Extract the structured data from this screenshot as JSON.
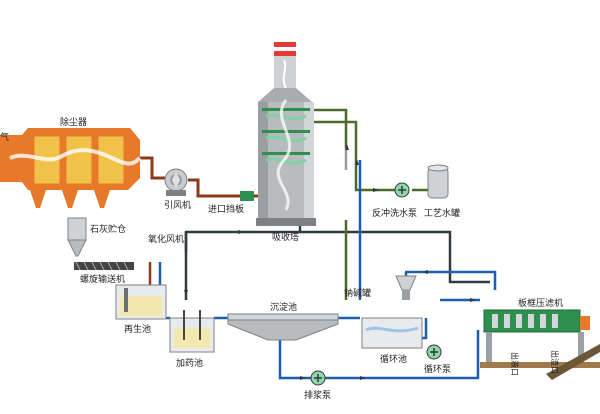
{
  "labels": {
    "air_in": "气",
    "dust_collector": "除尘器",
    "induced_fan": "引风机",
    "inlet_damper": "进口挡板",
    "absorption_tower": "吸收塔",
    "backwash_pump": "反冲洗水泵",
    "process_water_tank": "工艺水罐",
    "lime_silo": "石灰贮仓",
    "oxidation_fan": "氧化风机",
    "screw_conveyor": "螺旋输送机",
    "regeneration_tank": "再生池",
    "dosing_tank": "加药池",
    "settling_tank": "沉淀池",
    "soda_tank": "钠碱罐",
    "circulation_tank": "循环池",
    "circulation_pump": "循环泵",
    "slurry_pump": "排浆泵",
    "filter_press": "板框压滤机",
    "liquid_outlet": "出液口",
    "slag_outlet": "出渣口"
  },
  "colors": {
    "duct_brown": "#8b3a1a",
    "slurry_blue": "#1d5fae",
    "pipe_green": "#4b6b2a",
    "pipe_dark": "#2f3b3f",
    "pipe_gray": "#9a9a9a",
    "collector_orange": "#e8782a",
    "hopper_yellow": "#f2c14a",
    "tower_gray": "#b9bcbe",
    "tower_dark": "#7e8184",
    "liquid_green": "#7fd3a4",
    "filter_green": "#2f8f4f",
    "floor_brown": "#a07a49",
    "stack_red": "#e53935"
  }
}
